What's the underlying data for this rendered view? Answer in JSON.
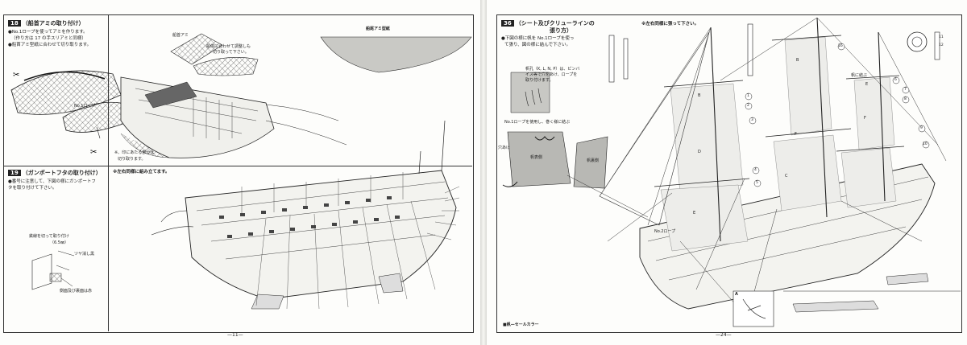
{
  "left_page": {
    "section18": {
      "number": "18",
      "title": "（船首アミの取り付け）",
      "steps": [
        "●No.1ロープを使ってアミを作ります。",
        "（作り方は 17 の手スリアミと同様）",
        "●船首アミ型紙に合わせて切り取ります。"
      ]
    },
    "labels": {
      "bow_net": "船首アミ",
      "trim_note_1": "船体に合わせて調整しも",
      "trim_note_2": "切り取って下さい。",
      "rope": "No.1ロープ",
      "template": "船尾アミ型紙",
      "glue_note_1": "※、印にあたる部分は",
      "glue_note_2": "切り取ります。"
    },
    "section19": {
      "number": "19",
      "title": "（ガンポートフタの取り付け）",
      "steps": [
        "●番号に注意して、下図の様にガンポートフ",
        "タを取り付けて下さい。"
      ],
      "note": "※左右同様に組み立てます。"
    },
    "detail": {
      "cut_note": "鉄線を切って取り付け",
      "size": "（6.5㎜）",
      "hinge": "ツヤ消し黒",
      "paint_note": "側面及び裏面は赤"
    },
    "page_number": "—11—"
  },
  "right_page": {
    "section36": {
      "number": "36",
      "title_1": "（シート及びクリューラインの",
      "title_2": "張り方）",
      "steps": [
        "●下図の様に帆を No.1ロープを使っ",
        "て張り、図の様に結んで下さい。"
      ],
      "note": "※左右同様に張って下さい。"
    },
    "labels": {
      "sail_holes": "帆孔（K, L, N, P）は、ピンバ",
      "sail_holes_2": "イス等で穴をあけ、ロープを",
      "sail_holes_3": "取り付けます。",
      "rope_knot": "No.1ロープを使用し、巻く様に結ぶ",
      "hole": "穴あけ",
      "sail_front": "帆表側",
      "sail_back": "帆裏側",
      "rope_no2": "No.2ロープ",
      "tie": "帆に結ぶ",
      "legend": "■帆—セールカラー",
      "box_a": "A",
      "sail_letters": [
        "B",
        "B",
        "E",
        "F",
        "F",
        "D",
        "C",
        "E"
      ]
    },
    "callouts": [
      "1",
      "2",
      "3",
      "4",
      "5",
      "6",
      "7",
      "8",
      "9",
      "10",
      "11",
      "12",
      "16"
    ],
    "page_number": "—24—"
  },
  "colors": {
    "line": "#222222",
    "sail": "#b8b8b4",
    "paper": "#fdfdfb",
    "shade": "#d0d0cc"
  }
}
